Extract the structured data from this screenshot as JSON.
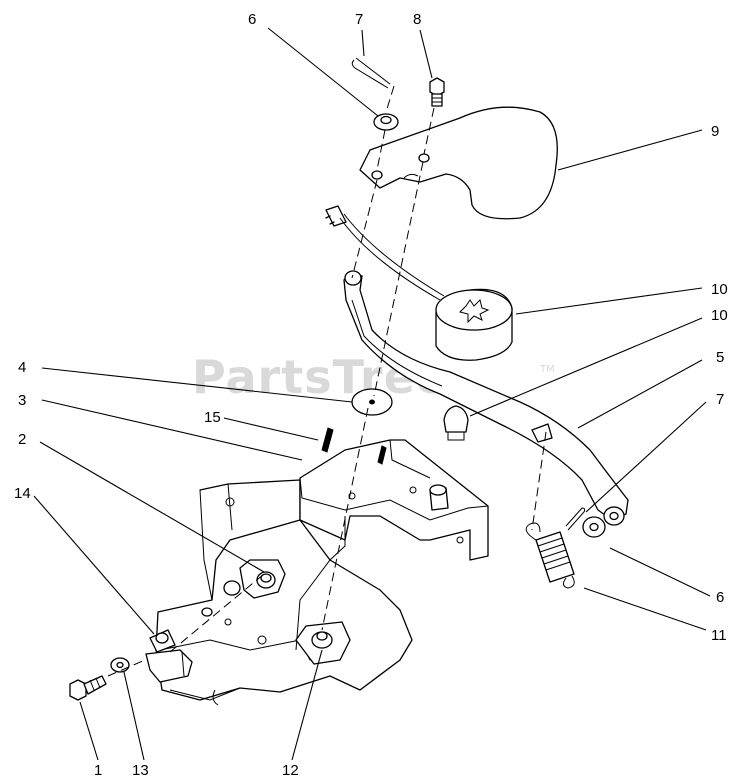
{
  "watermark": {
    "text": "PartsTree",
    "tm": "TM"
  },
  "callouts": {
    "c1": "1",
    "c2": "2",
    "c3": "3",
    "c4": "4",
    "c5": "5",
    "c6a": "6",
    "c6b": "6",
    "c7a": "7",
    "c7b": "7",
    "c8": "8",
    "c9": "9",
    "c10a": "10",
    "c10b": "10",
    "c11": "11",
    "c12": "12",
    "c13": "13",
    "c14": "14",
    "c15": "15"
  }
}
